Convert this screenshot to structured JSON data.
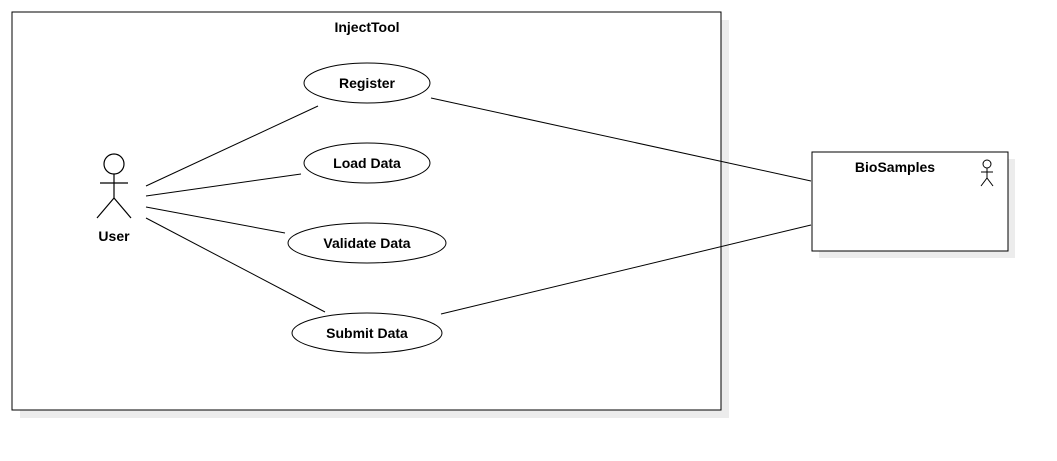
{
  "system": {
    "title": "InjectTool"
  },
  "actor": {
    "name": "User"
  },
  "external_system": {
    "name": "BioSamples",
    "icon": "stick-figure-icon"
  },
  "use_cases": [
    {
      "label": "Register"
    },
    {
      "label": "Load Data"
    },
    {
      "label": "Validate Data"
    },
    {
      "label": "Submit Data"
    }
  ],
  "colors": {
    "stroke": "#000000",
    "fill": "#ffffff",
    "shadow": "#ececec"
  }
}
